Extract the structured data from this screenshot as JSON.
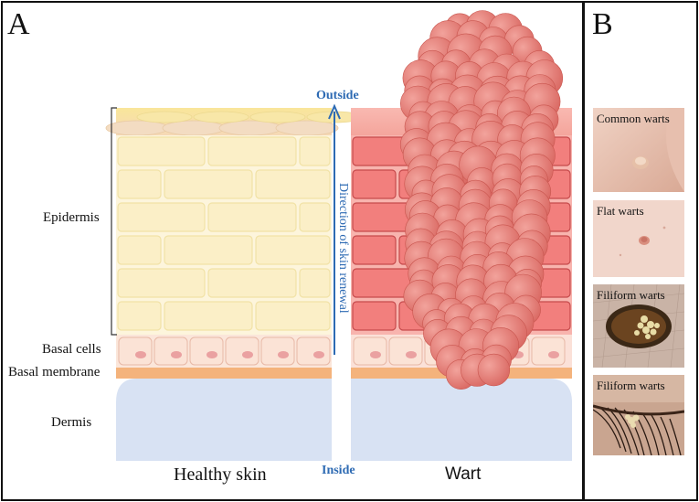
{
  "panels": {
    "a_letter": "A",
    "b_letter": "B"
  },
  "layers": {
    "epidermis": "Epidermis",
    "basal_cells": "Basal cells",
    "basal_membrane": "Basal membrane",
    "dermis": "Dermis"
  },
  "arrow": {
    "outside": "Outside",
    "inside": "Inside",
    "direction": "Direction of skin renewal"
  },
  "columns": {
    "healthy": "Healthy skin",
    "wart": "Wart"
  },
  "photos": [
    {
      "caption": "Common warts"
    },
    {
      "caption": "Flat warts"
    },
    {
      "caption": "Filiform warts"
    },
    {
      "caption": "Filiform warts"
    }
  ],
  "colors": {
    "healthy_cell": "#fbefc7",
    "healthy_cell_border": "#f1e2a6",
    "wart_cell": "#f27f7d",
    "wart_cell_border": "#c64a4c",
    "wart_blob": "#e8837d",
    "basal_membrane": "#f4b37c",
    "dermis": "#d8e2f3",
    "arrow": "#2d6ab3"
  }
}
